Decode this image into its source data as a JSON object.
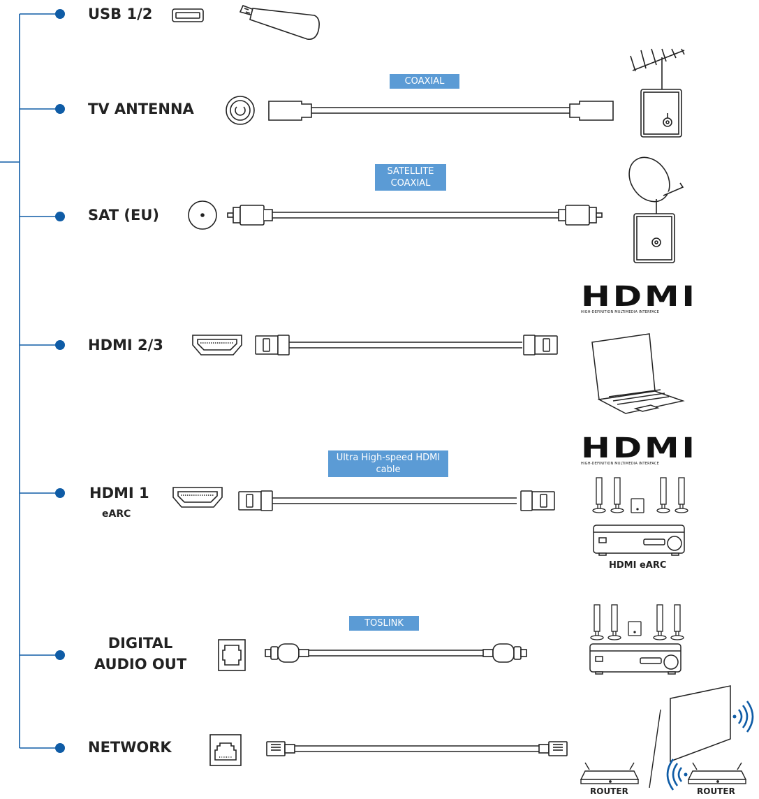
{
  "ports": [
    {
      "label": "USB 1/2"
    },
    {
      "label": "TV ANTENNA"
    },
    {
      "label": "SAT (EU)"
    },
    {
      "label": "HDMI 2/3"
    },
    {
      "label": "HDMI 1",
      "sublabel": "eARC"
    },
    {
      "label": "DIGITAL AUDIO OUT"
    },
    {
      "label": "NETWORK"
    }
  ],
  "cables": {
    "coaxial": "COAXIAL",
    "satellite": "SATELLITE COAXIAL",
    "hdmi_uhs": "Ultra High-speed HDMI cable",
    "toslink": "TOSLINK"
  },
  "devices": {
    "hdmi_logo": "HDMI",
    "hdmi_logo_sub": "HIGH-DEFINITION MULTIMEDIA INTERFACE",
    "earc_label": "HDMI eARC",
    "router_label": "ROUTER"
  },
  "colors": {
    "accent": "#0f5ca6",
    "badge": "#5b9bd5",
    "line": "#222222"
  },
  "icons": [
    "usb-port-icon",
    "usb-stick-icon",
    "antenna-port-icon",
    "aerial-icon",
    "wall-socket-icon",
    "sat-port-icon",
    "satellite-dish-icon",
    "hdmi-port-icon",
    "laptop-icon",
    "speaker-icon",
    "receiver-icon",
    "optical-port-icon",
    "ethernet-port-icon",
    "router-icon",
    "tv-icon",
    "wifi-icon"
  ]
}
